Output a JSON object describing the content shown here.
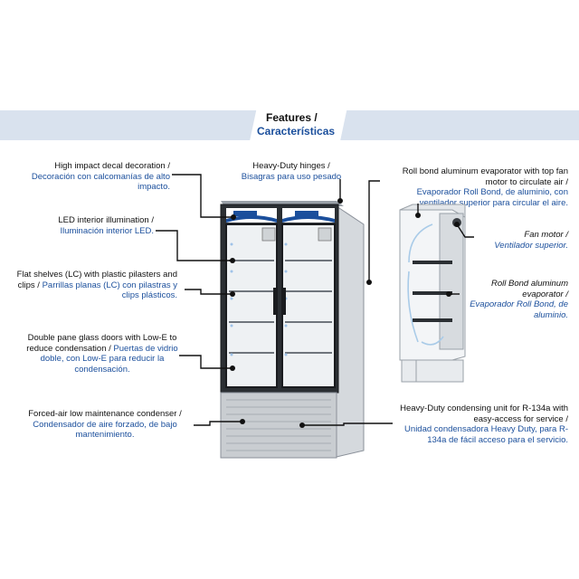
{
  "header": {
    "title_en": "Features /",
    "title_es": "Características"
  },
  "callouts": {
    "decal": {
      "en": "High impact decal decoration /",
      "es": "Decoración con calcomanías de alto impacto."
    },
    "hinges": {
      "en": "Heavy-Duty hinges /",
      "es": "Bisagras para uso pesado"
    },
    "evaporator_top": {
      "en": "Roll bond aluminum evaporator with top fan motor to circulate air /",
      "es": "Evaporador Roll Bond, de aluminio, con ventilador superior para circular el aire."
    },
    "led": {
      "en": "LED interior illumination /",
      "es": "Iluminación interior LED."
    },
    "fan_motor": {
      "en": "Fan motor /",
      "es": "Ventilador superior."
    },
    "shelves": {
      "en": "Flat shelves (LC) with plastic pilasters and clips /",
      "es": "Parrillas planas (LC) con pilastras y clips plásticos."
    },
    "roll_bond": {
      "en": "Roll Bond aluminum evaporator /",
      "es": "Evaporador Roll Bond, de aluminio."
    },
    "glass_doors": {
      "en": "Double pane glass doors with Low-E to reduce condensation /",
      "es": "Puertas de vidrio doble, con Low-E para reducir la condensación."
    },
    "condensing_unit": {
      "en": "Heavy-Duty condensing unit for R-134a with easy-access for service /",
      "es": "Unidad condensadora Heavy Duty, para R-134a de fácil acceso para el servicio."
    },
    "condenser": {
      "en": "Forced-air low maintenance condenser /",
      "es": "Condensador de aire forzado, de bajo mantenimiento."
    }
  },
  "colors": {
    "accent": "#1b4f9c",
    "banner": "#d9e2ee"
  }
}
